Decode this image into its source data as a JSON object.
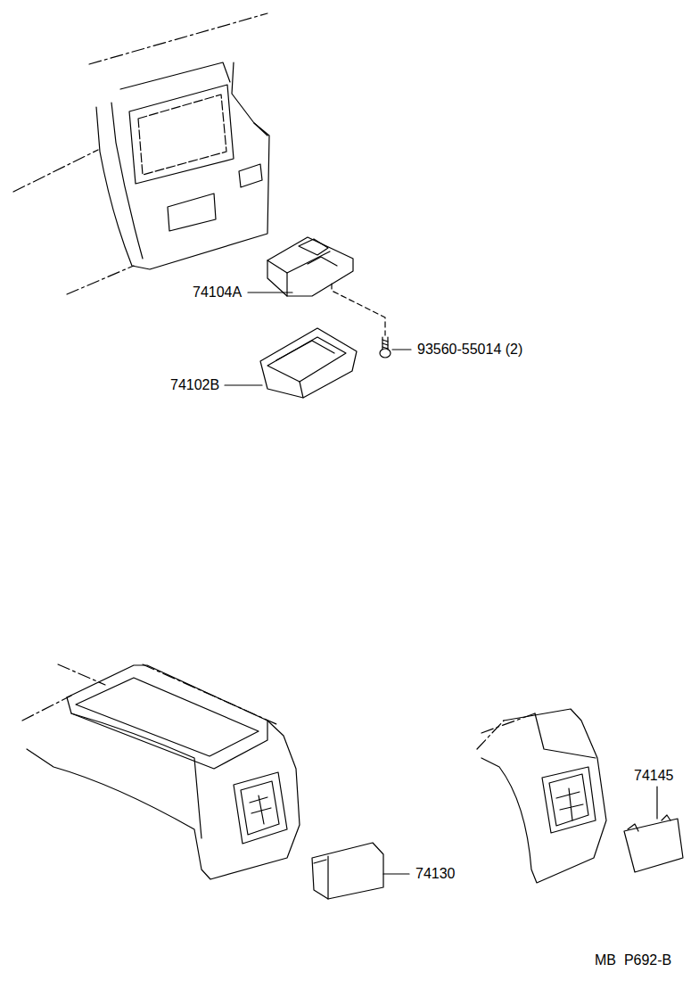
{
  "diagram": {
    "labels": [
      "74104A",
      "93560-55014 (2)",
      "74102B",
      "74130",
      "74145",
      "MB  P692-B"
    ]
  }
}
